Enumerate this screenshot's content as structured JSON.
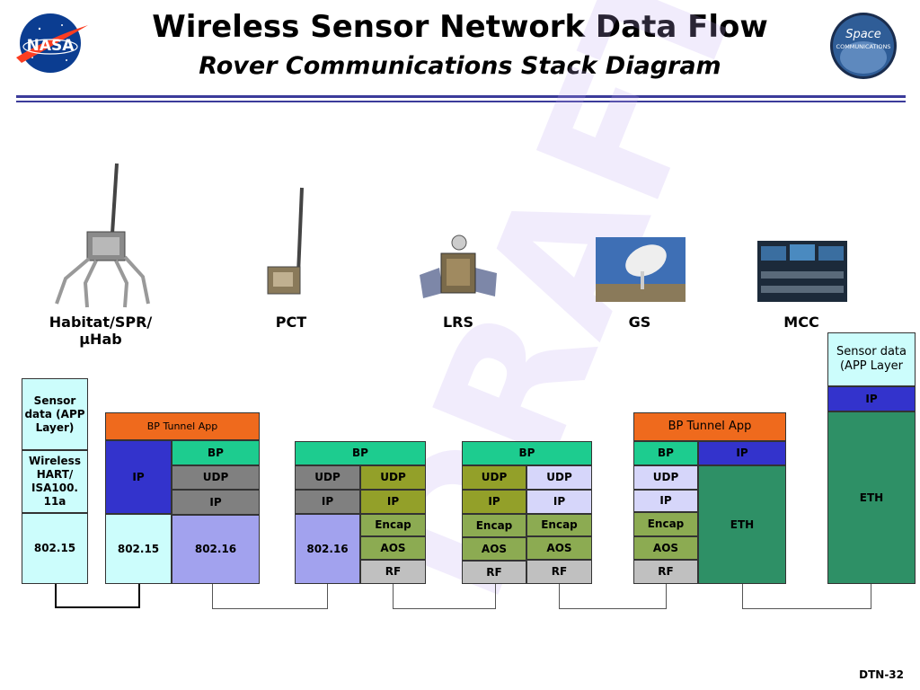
{
  "header": {
    "title": "Wireless Sensor Network Data Flow",
    "subtitle": "Rover Communications Stack Diagram",
    "nasa_logo_text": "NASA",
    "space_logo_text": "Space",
    "space_logo_subtext": "COMMUNICATIONS"
  },
  "watermark": "DRAFT",
  "nodes": {
    "habitat": "Habitat/SPR/μHab",
    "pct": "PCT",
    "lrs": "LRS",
    "gs": "GS",
    "mcc": "MCC"
  },
  "stacks": {
    "sensor": {
      "app": "Sensor data (APP Layer)",
      "wireless": "Wireless HART/ ISA100. 11a",
      "phy": "802.15"
    },
    "hab": {
      "tunnel": "BP Tunnel App",
      "ip": "IP",
      "bp": "BP",
      "udp": "UDP",
      "ip2": "IP",
      "phy1": "802.15",
      "phy2": "802.16"
    },
    "pct": {
      "bp": "BP",
      "udp1": "UDP",
      "udp2": "UDP",
      "ip1": "IP",
      "ip2": "IP",
      "phy": "802.16",
      "encap": "Encap",
      "aos": "AOS",
      "rf": "RF"
    },
    "lrs": {
      "bp": "BP",
      "udp1": "UDP",
      "udp2": "UDP",
      "ip1": "IP",
      "ip2": "IP",
      "encap1": "Encap",
      "encap2": "Encap",
      "aos1": "AOS",
      "aos2": "AOS",
      "rf1": "RF",
      "rf2": "RF"
    },
    "gs": {
      "tunnel": "BP Tunnel App",
      "bp": "BP",
      "ip_top": "IP",
      "udp": "UDP",
      "ip": "IP",
      "encap": "Encap",
      "aos": "AOS",
      "rf": "RF",
      "eth": "ETH"
    },
    "mcc": {
      "app": "Sensor data (APP Layer",
      "ip": "IP",
      "eth": "ETH"
    }
  },
  "colors": {
    "cyan": "#ccfdfc",
    "orange": "#ef6a1d",
    "blue_ip": "#3333cc",
    "teal_bp": "#1dcc8f",
    "gray": "#808080",
    "olive": "#93a029",
    "lavender": "#a2a2ee",
    "green": "#8cab52",
    "lightgray": "#c0c0c0",
    "lightlavender": "#d6d6fa",
    "darkgreen": "#2e9066"
  },
  "footer": "DTN-32"
}
